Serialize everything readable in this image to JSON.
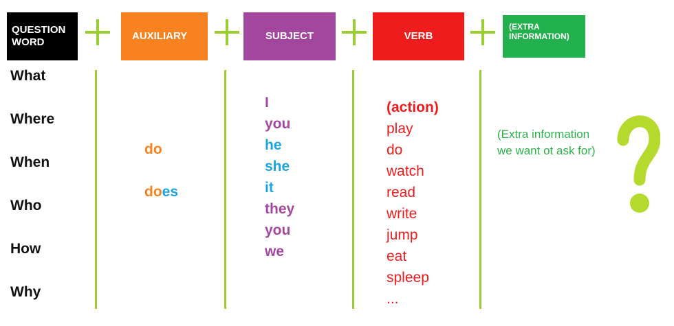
{
  "header": {
    "question_word": {
      "label": "QUESTION WORD"
    },
    "auxiliary": {
      "label": "AUXILIARY"
    },
    "subject": {
      "label": "SUBJECT"
    },
    "verb": {
      "label": "VERB"
    },
    "extra": {
      "label": "(EXTRA INFORMATION)"
    }
  },
  "question_words": [
    "What",
    "Where",
    "When",
    "Who",
    "How",
    "Why"
  ],
  "auxiliaries": [
    {
      "parts": [
        {
          "text": "do",
          "color": "#f7821f"
        }
      ]
    },
    {
      "parts": [
        {
          "text": "do",
          "color": "#f7821f"
        },
        {
          "text": "es",
          "color": "#1ca4e0"
        }
      ]
    }
  ],
  "subjects": [
    {
      "text": "I",
      "color": "#a3479e"
    },
    {
      "text": "you",
      "color": "#a3479e"
    },
    {
      "text": "he",
      "color": "#1ca4e0"
    },
    {
      "text": "she",
      "color": "#1ca4e0"
    },
    {
      "text": "it",
      "color": "#1ca4e0"
    },
    {
      "text": "they",
      "color": "#a3479e"
    },
    {
      "text": "you",
      "color": "#a3479e"
    },
    {
      "text": "we",
      "color": "#a3479e"
    }
  ],
  "verbs": {
    "heading": "(action)",
    "items": [
      "play",
      "do",
      "watch",
      "read",
      "write",
      "jump",
      "eat",
      "spleep",
      "..."
    ]
  },
  "extra_info": {
    "line1": "(Extra information",
    "line2": "we want ot ask for)"
  },
  "colors": {
    "question_word": "#000000",
    "auxiliary": "#f7821f",
    "subject": "#a3479e",
    "verb": "#ee1c1c",
    "extra": "#22b14c",
    "plus": "#9acd32",
    "question_mark": "#b5d92c"
  }
}
